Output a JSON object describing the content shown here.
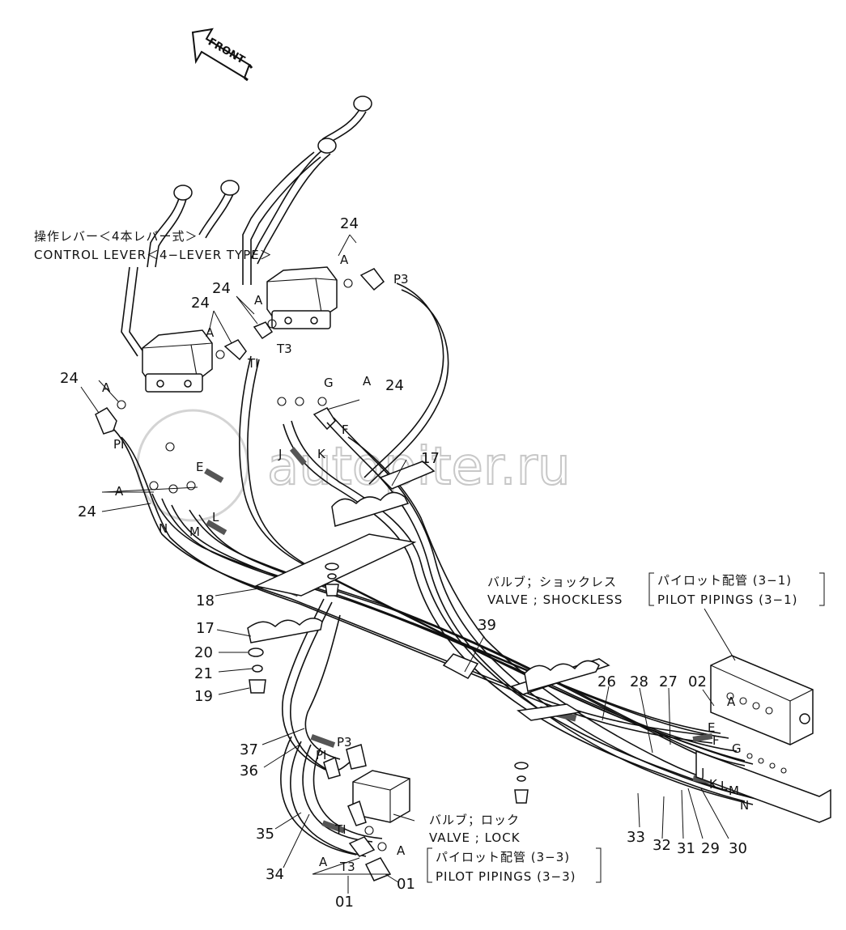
{
  "diagram": {
    "front_label": "FRONT",
    "watermark": "autopiter.ru",
    "callouts": {
      "control_lever_jp": "操作レバー＜4本レバー式＞",
      "control_lever_en": "CONTROL  LEVER＜4−LEVER  TYPE＞",
      "valve_shockless_jp": "バルブ；ショックレス",
      "valve_shockless_en": "VALVE ; SHOCKLESS",
      "pilot_31_jp": "パイロット配管 (3−1)",
      "pilot_31_en": "PILOT  PIPINGS (3−1)",
      "valve_lock_jp": "バルブ；ロック",
      "valve_lock_en": "VALVE ; LOCK",
      "pilot_33_jp": "パイロット配管 (3−3)",
      "pilot_33_en": "PILOT  PIPINGS (3−3)"
    },
    "part_numbers": {
      "p24a": "24",
      "p24b": "24",
      "p24c": "24",
      "p24d": "24",
      "p24e": "24",
      "p24f": "24",
      "p24g": "24",
      "p17a": "17",
      "p17b": "17",
      "p18": "18",
      "p20": "20",
      "p21": "21",
      "p19": "19",
      "p39": "39",
      "p26": "26",
      "p28": "28",
      "p27": "27",
      "p02": "02",
      "p37": "37",
      "p36": "36",
      "p35": "35",
      "p34": "34",
      "p33": "33",
      "p32": "32",
      "p31": "31",
      "p29": "29",
      "p30": "30",
      "p01a": "01",
      "p01b": "01"
    },
    "port_letters": {
      "a1": "A",
      "a2": "A",
      "a3": "A",
      "a4": "A",
      "a5": "A",
      "a6": "A",
      "a7": "A",
      "a8": "A",
      "a9": "A",
      "p1a": "PI",
      "p1b": "PI",
      "p3a": "P3",
      "p3b": "P3",
      "t1a": "TI",
      "t1b": "TI",
      "t3a": "T3",
      "t3b": "T3",
      "e1": "E",
      "e2": "E",
      "f1": "F",
      "f2": "F",
      "g1": "G",
      "g2": "G",
      "j1": "J",
      "j2": "J",
      "k1": "K",
      "k2": "K",
      "l1": "L",
      "l2": "L",
      "m1": "M",
      "m2": "M",
      "n1": "N",
      "n2": "N"
    }
  }
}
